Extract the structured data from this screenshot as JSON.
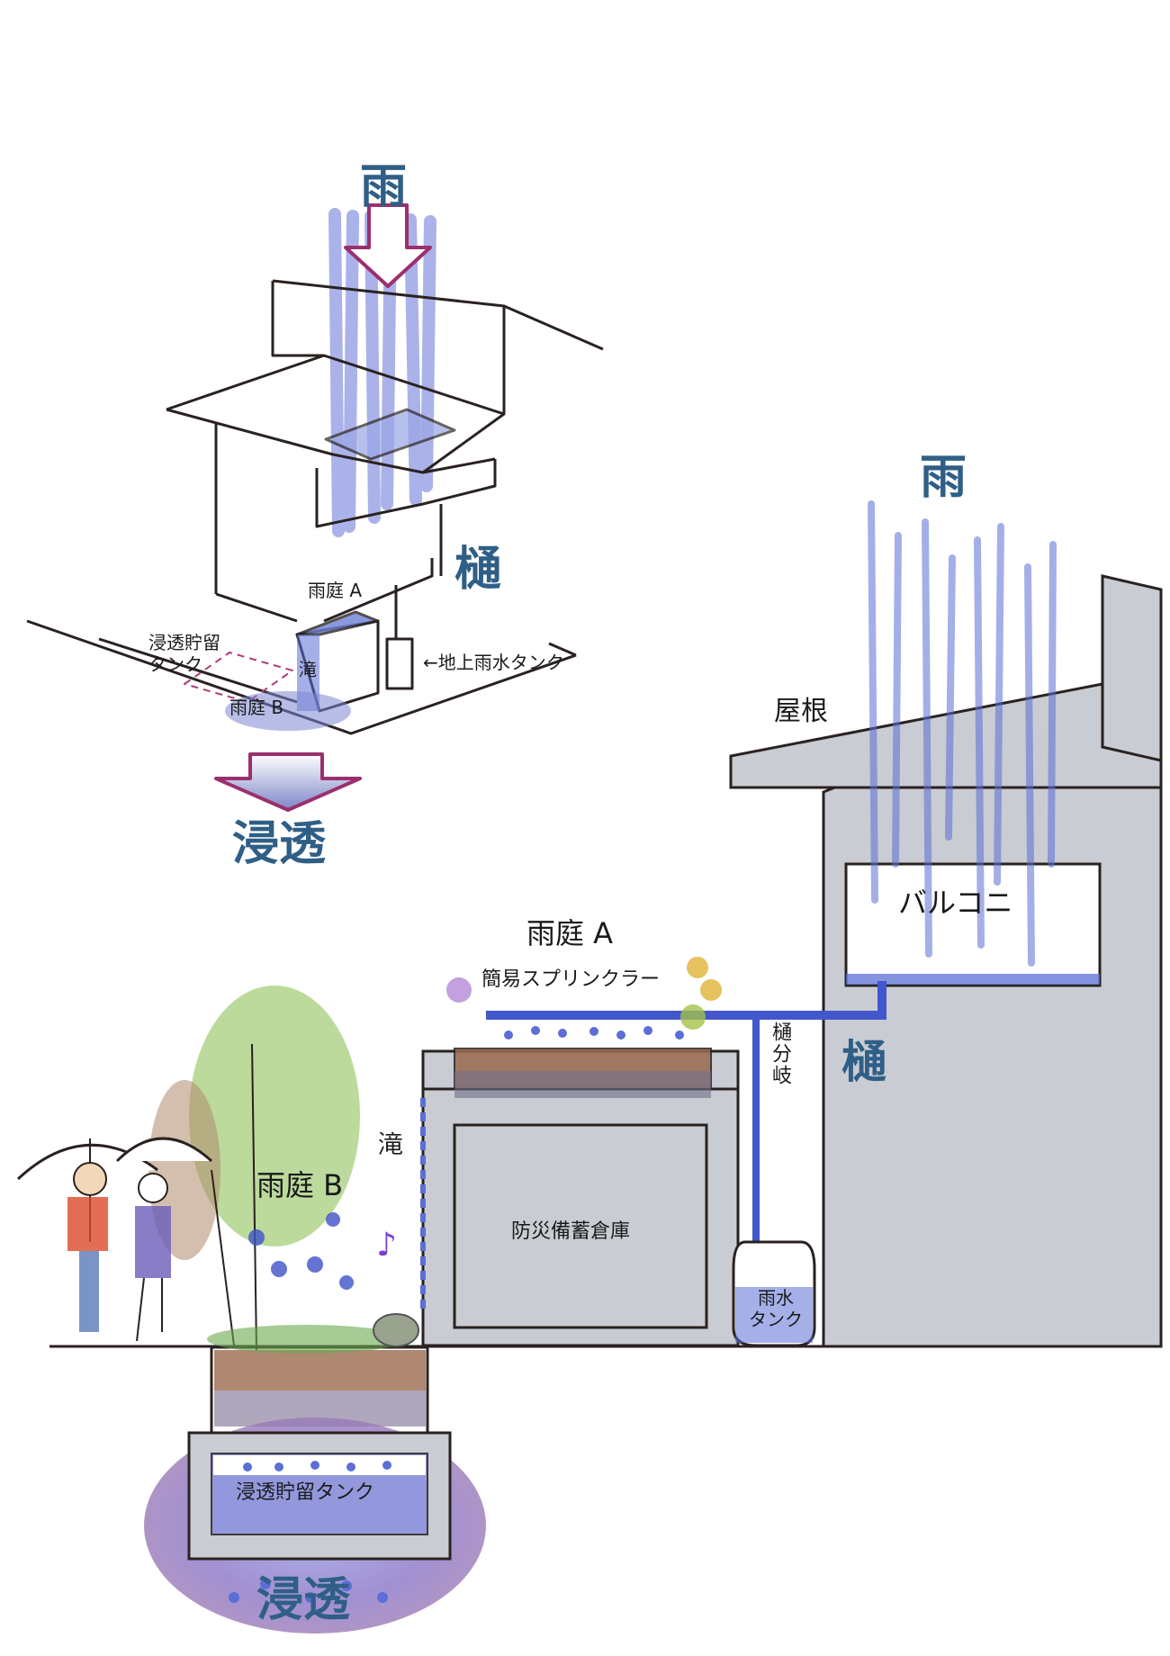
{
  "top_view": {
    "rain": "雨",
    "gutter": "樋",
    "rain_garden_a": "雨庭 A",
    "infiltration_tank": "浸透貯留\nタンク",
    "waterfall": "滝",
    "above_ground_tank": "←地上雨水タンク",
    "rain_garden_b": "雨庭 B",
    "infiltration": "浸透"
  },
  "section_view": {
    "rain": "雨",
    "roof": "屋根",
    "balcony": "バルコニ",
    "rain_garden_a": "雨庭 A",
    "sprinkler": "簡易スプリンクラー",
    "gutter_branch": "樋分岐",
    "gutter": "樋",
    "waterfall": "滝",
    "rain_garden_b": "雨庭 B",
    "storehouse": "防災備蓄倉庫",
    "rain_tank": "雨水\nタンク",
    "infiltration_tank": "浸透貯留タンク",
    "infiltration": "浸透"
  },
  "colors": {
    "rain_blue": "#5b6fd6",
    "label_blue": "#2f5f86",
    "arrow_magenta": "#9b2f6e",
    "building_grey": "#c9ccd2",
    "soil_brown": "#9a6a4e",
    "ground_purple": "#8b6fb0"
  }
}
